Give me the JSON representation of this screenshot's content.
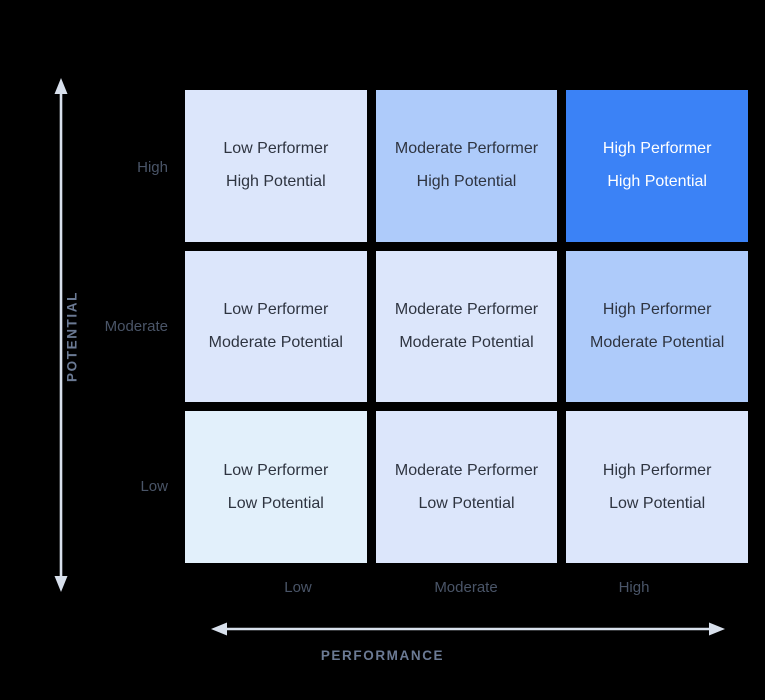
{
  "background_color": "#000000",
  "axes": {
    "y": {
      "title": "POTENTIAL",
      "title_color": "#6b7a94",
      "arrow_color": "#d8e0ec",
      "arrow_style": "double-headed",
      "ticks": [
        {
          "label": "High"
        },
        {
          "label": "Moderate"
        },
        {
          "label": "Low"
        }
      ],
      "tick_color": "#4a5568"
    },
    "x": {
      "title": "PERFORMANCE",
      "title_color": "#6b7a94",
      "arrow_color": "#d8e0ec",
      "arrow_style": "double-headed",
      "ticks": [
        {
          "label": "Low"
        },
        {
          "label": "Moderate"
        },
        {
          "label": "High"
        }
      ],
      "tick_color": "#4a5568"
    }
  },
  "chart_data": {
    "type": "heatmap",
    "title": "",
    "xlabel": "PERFORMANCE",
    "ylabel": "POTENTIAL",
    "x_categories": [
      "Low",
      "Moderate",
      "High"
    ],
    "y_categories": [
      "High",
      "Moderate",
      "Low"
    ],
    "grid": true,
    "legend": "none",
    "cells": [
      {
        "row": "High",
        "col": "Low",
        "line1": "Low Performer",
        "line2": "High Potential",
        "bg": "#dce6fb",
        "fg": "#2e3440",
        "intensity": 2
      },
      {
        "row": "High",
        "col": "Moderate",
        "line1": "Moderate Performer",
        "line2": "High Potential",
        "bg": "#aecbfa",
        "fg": "#2e3440",
        "intensity": 3
      },
      {
        "row": "High",
        "col": "High",
        "line1": "High Performer",
        "line2": "High Potential",
        "bg": "#3b82f6",
        "fg": "#ffffff",
        "intensity": 4
      },
      {
        "row": "Moderate",
        "col": "Low",
        "line1": "Low Performer",
        "line2": "Moderate Potential",
        "bg": "#dce6fb",
        "fg": "#2e3440",
        "intensity": 2
      },
      {
        "row": "Moderate",
        "col": "Moderate",
        "line1": "Moderate Performer",
        "line2": "Moderate Potential",
        "bg": "#dce6fb",
        "fg": "#2e3440",
        "intensity": 2
      },
      {
        "row": "Moderate",
        "col": "High",
        "line1": "High Performer",
        "line2": "Moderate Potential",
        "bg": "#aecbfa",
        "fg": "#2e3440",
        "intensity": 3
      },
      {
        "row": "Low",
        "col": "Low",
        "line1": "Low Performer",
        "line2": "Low Potential",
        "bg": "#e2f0fb",
        "fg": "#2e3440",
        "intensity": 1
      },
      {
        "row": "Low",
        "col": "Moderate",
        "line1": "Moderate Performer",
        "line2": "Low Potential",
        "bg": "#dce6fb",
        "fg": "#2e3440",
        "intensity": 2
      },
      {
        "row": "Low",
        "col": "High",
        "line1": "High Performer",
        "line2": "Low Potential",
        "bg": "#dce6fb",
        "fg": "#2e3440",
        "intensity": 2
      }
    ]
  }
}
